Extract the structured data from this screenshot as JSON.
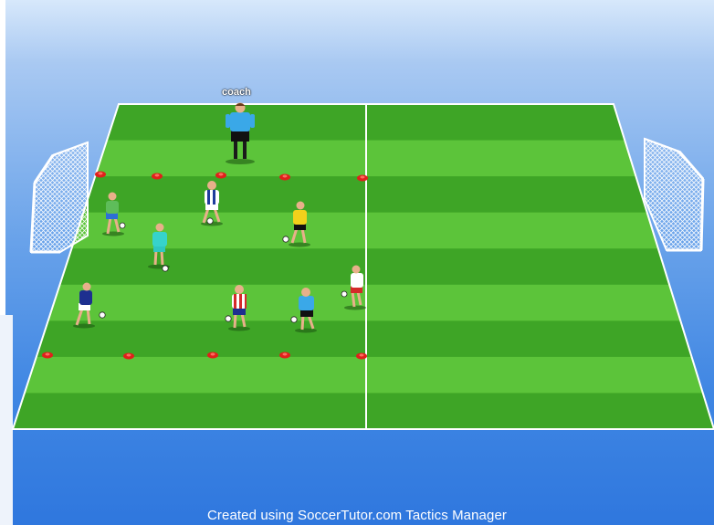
{
  "labels": {
    "coach": "coach",
    "credit": "Created using SoccerTutor.com Tactics Manager"
  },
  "colors": {
    "grass_light": "#5cc43a",
    "grass_dark": "#3ea526",
    "lines": "#ffffff",
    "cone": "#e0201b",
    "background_top": "#d7e8fb",
    "background_bottom": "#2f77de"
  },
  "players": [
    {
      "role": "coach",
      "kit": "light-blue"
    },
    {
      "role": "player",
      "kit": "green"
    },
    {
      "role": "player",
      "kit": "blue-white-stripes"
    },
    {
      "role": "player",
      "kit": "yellow"
    },
    {
      "role": "player",
      "kit": "cyan"
    },
    {
      "role": "player",
      "kit": "red-white"
    },
    {
      "role": "player",
      "kit": "navy"
    },
    {
      "role": "player",
      "kit": "red-white-stripes"
    },
    {
      "role": "player",
      "kit": "light-blue"
    }
  ]
}
